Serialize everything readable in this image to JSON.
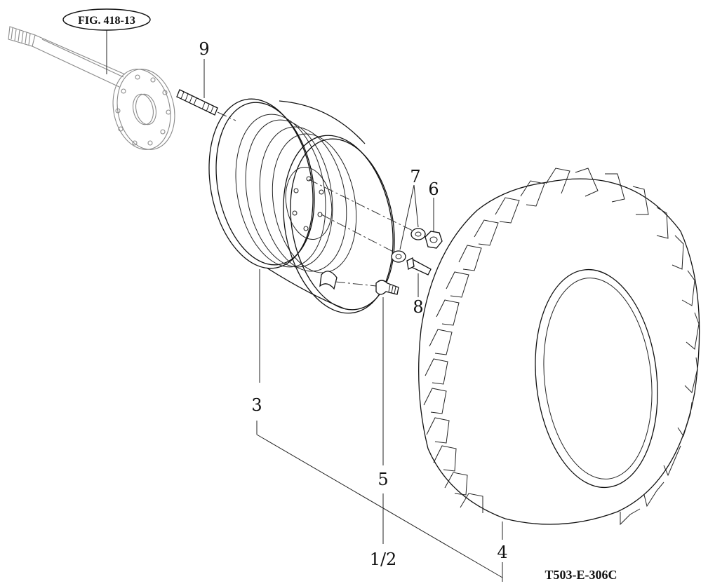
{
  "figure_ref": "FIG. 418-13",
  "drawing_code": "T503-E-306C",
  "callouts": {
    "shaft_stud": "9",
    "rim": "3",
    "washer": "7",
    "nut": "6",
    "bolt": "8",
    "valve": "5",
    "assembly": "1/2",
    "tire": "4"
  }
}
